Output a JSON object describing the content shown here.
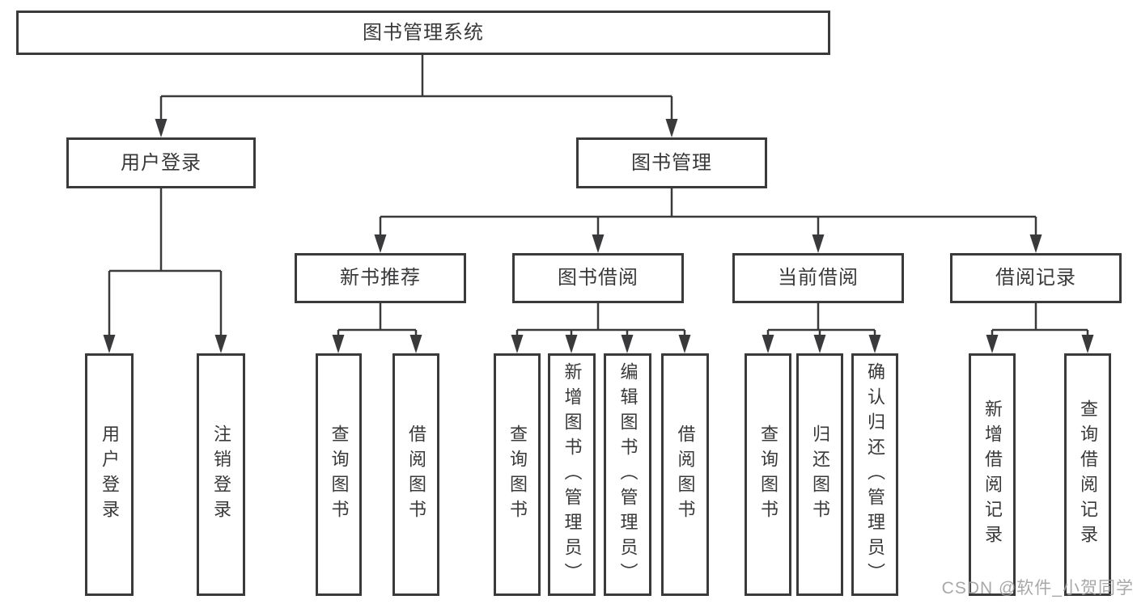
{
  "nodes": {
    "root": "图书管理系统",
    "user_login": "用户登录",
    "book_management": "图书管理",
    "new_book_recommend": "新书推荐",
    "book_borrowing": "图书借阅",
    "current_borrowing": "当前借阅",
    "borrowing_records": "借阅记录",
    "leaf_user_login": "用户登录",
    "leaf_logout": "注销登录",
    "leaf_query_books_recommend": "查询图书",
    "leaf_borrow_books_recommend": "借阅图书",
    "leaf_query_books_borrowing": "查询图书",
    "leaf_add_books_admin": "新增图书（管理员）",
    "leaf_edit_books_admin": "编辑图书（管理员）",
    "leaf_borrow_books_borrowing": "借阅图书",
    "leaf_query_books_current": "查询图书",
    "leaf_return_books": "归还图书",
    "leaf_confirm_return_admin": "确认归还（管理员）",
    "leaf_add_borrow_record": "新增借阅记录",
    "leaf_query_borrow_record": "查询借阅记录"
  },
  "watermark": "CSDN @软件_小贺同学",
  "colors": {
    "line": "#3a3a3c",
    "text": "#39393b",
    "background": "#ffffff",
    "watermark": "#9e9ea0"
  }
}
